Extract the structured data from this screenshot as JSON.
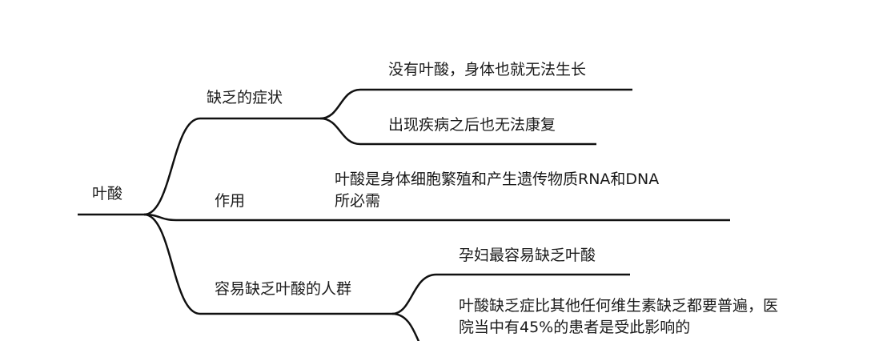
{
  "root": "叶酸",
  "branches": [
    {
      "label": "缺乏的症状",
      "children": [
        "没有叶酸，身体也就无法生长",
        "出现疾病之后也无法康复"
      ]
    },
    {
      "label": "作用",
      "children": [
        "叶酸是身体细胞繁殖和产生遗传物质RNA和DNA",
        "所必需"
      ]
    },
    {
      "label": "容易缺乏叶酸的人群",
      "children": [
        "孕妇最容易缺乏叶酸",
        "叶酸缺乏症比其他任何维生素缺乏都要普遍，医",
        "院当中有45%的患者是受此影响的"
      ]
    }
  ]
}
